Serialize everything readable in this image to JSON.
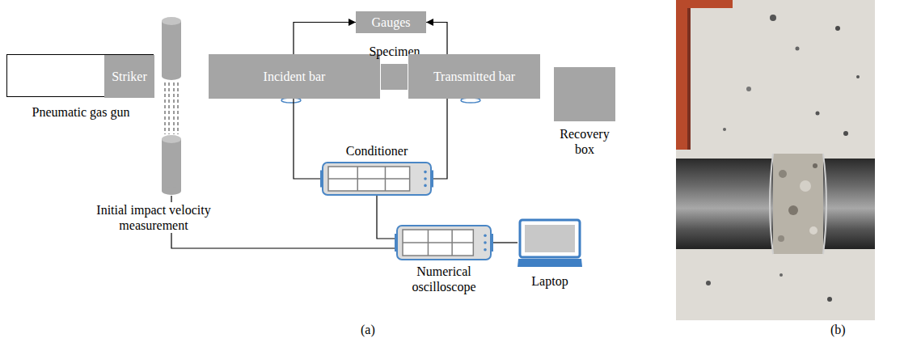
{
  "diagram": {
    "nodes": [
      {
        "text": [
          "Pneumatic gas gun"
        ]
      },
      {
        "text": [
          "Striker"
        ],
        "in": 0
      },
      {
        "text": [
          "Initial impact velocity measurement"
        ]
      },
      {
        "text": [
          "Gauges"
        ]
      },
      {
        "text": [
          "Incident bar"
        ]
      },
      {
        "text": [
          "Specimen"
        ]
      },
      {
        "text": [
          "Transmitted bar"
        ]
      },
      {
        "text": [
          "Recovery box"
        ]
      },
      {
        "text": [
          "Conditioner"
        ]
      },
      {
        "text": [
          "Numerical oscilloscope"
        ]
      },
      {
        "text": [
          "Laptop"
        ]
      }
    ],
    "edges": [
      {
        "from": 8,
        "to": 3,
        "arrow": "to"
      },
      {
        "from": 8,
        "to": 3,
        "arrow": "to"
      },
      {
        "from": 8,
        "to": 9,
        "arrow": "none"
      },
      {
        "from": 2,
        "to": 9,
        "arrow": "none"
      },
      {
        "from": 9,
        "to": 10,
        "arrow": "none"
      }
    ],
    "labels": [
      "(a)",
      "(b)"
    ]
  }
}
